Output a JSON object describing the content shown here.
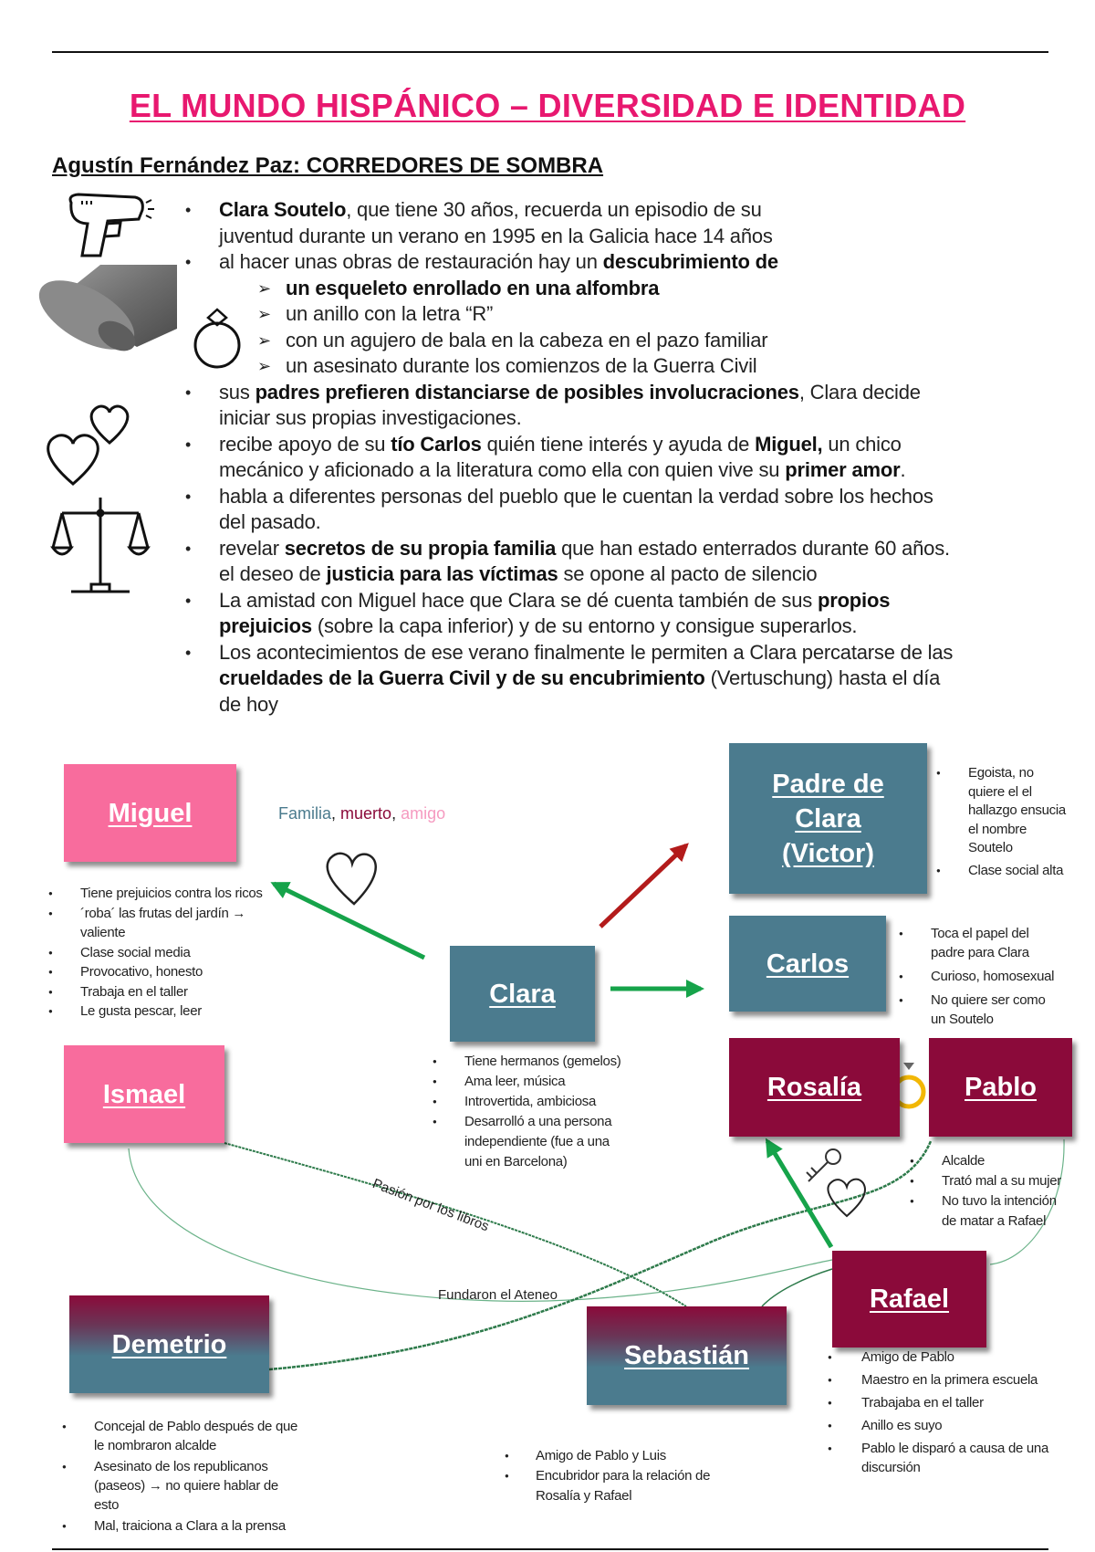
{
  "header": {
    "title": "EL MUNDO HISPÁNICO – DIVERSIDAD E IDENTIDAD",
    "subtitle": "Agustín Fernández Paz: CORREDORES DE SOMBRA"
  },
  "summary": {
    "lines": [
      {
        "kind": "bullet",
        "segs": [
          [
            "Clara Soutelo",
            1
          ],
          [
            ", que tiene 30 años, recuerda un episodio de su",
            0
          ]
        ]
      },
      {
        "kind": "cont",
        "segs": [
          [
            "juventud durante un verano en 1995 en la Galicia hace 14 años",
            0
          ]
        ]
      },
      {
        "kind": "bullet",
        "segs": [
          [
            "al hacer unas obras de restauración hay un ",
            0
          ],
          [
            "descubrimiento de",
            1
          ]
        ]
      },
      {
        "kind": "sub",
        "segs": [
          [
            "un esqueleto enrollado en una alfombra",
            1
          ]
        ]
      },
      {
        "kind": "sub",
        "segs": [
          [
            "un anillo con la letra “R”",
            0
          ]
        ]
      },
      {
        "kind": "sub",
        "segs": [
          [
            "con un agujero de bala en la cabeza en el pazo familiar",
            0
          ]
        ]
      },
      {
        "kind": "sub",
        "segs": [
          [
            "un asesinato durante los comienzos de la Guerra Civil",
            0
          ]
        ]
      },
      {
        "kind": "bullet",
        "segs": [
          [
            "sus ",
            0
          ],
          [
            "padres prefieren distanciarse de posibles involucraciones",
            1
          ],
          [
            ", Clara decide",
            0
          ]
        ]
      },
      {
        "kind": "cont",
        "segs": [
          [
            "iniciar sus propias investigaciones.",
            0
          ]
        ]
      },
      {
        "kind": "bullet",
        "segs": [
          [
            "recibe apoyo de su ",
            0
          ],
          [
            "tío Carlos",
            1
          ],
          [
            " quién tiene interés y ayuda de ",
            0
          ],
          [
            "Miguel,",
            1
          ],
          [
            " un chico",
            0
          ]
        ]
      },
      {
        "kind": "cont",
        "segs": [
          [
            "mecánico y aficionado a la literatura como ella con quien vive su ",
            0
          ],
          [
            "primer amor",
            1
          ],
          [
            ".",
            0
          ]
        ]
      },
      {
        "kind": "bullet",
        "segs": [
          [
            "habla a diferentes personas del pueblo que le cuentan la verdad sobre los hechos",
            0
          ]
        ]
      },
      {
        "kind": "cont",
        "segs": [
          [
            "del pasado.",
            0
          ]
        ]
      },
      {
        "kind": "bullet",
        "segs": [
          [
            "revelar ",
            0
          ],
          [
            "secretos de su propia familia",
            1
          ],
          [
            " que han estado enterrados durante 60 años.",
            0
          ]
        ]
      },
      {
        "kind": "cont",
        "segs": [
          [
            "el deseo de ",
            0
          ],
          [
            "justicia para las víctimas",
            1
          ],
          [
            " se opone al pacto de silencio",
            0
          ]
        ]
      },
      {
        "kind": "bullet",
        "segs": [
          [
            "La amistad con Miguel hace que Clara se dé cuenta también de sus ",
            0
          ],
          [
            "propios",
            1
          ]
        ]
      },
      {
        "kind": "cont",
        "segs": [
          [
            "prejuicios",
            1
          ],
          [
            " (sobre la capa inferior) y de su entorno y consigue superarlos.",
            0
          ]
        ]
      },
      {
        "kind": "bullet",
        "segs": [
          [
            "Los acontecimientos de ese verano finalmente le permiten a Clara percatarse de las",
            0
          ]
        ]
      },
      {
        "kind": "cont",
        "segs": [
          [
            "crueldades de la Guerra Civil y de su encubrimiento",
            1
          ],
          [
            " (Vertuschung) hasta el día",
            0
          ]
        ]
      },
      {
        "kind": "cont",
        "segs": [
          [
            "de hoy",
            0
          ]
        ]
      }
    ]
  },
  "colors": {
    "title": "#e8186f",
    "pink": "#f86c9d",
    "teal": "#4b7b8e",
    "maroon": "#8b0a3a",
    "green_arrow": "#16a34a",
    "red_arrow": "#b31b1b",
    "ring": "#f2b705"
  },
  "legend": {
    "familia": "Familia",
    "sep1": ", ",
    "muerto": "muerto",
    "sep2": ", ",
    "amigo": "amigo"
  },
  "characters": {
    "miguel": {
      "name": "Miguel",
      "notes": [
        [
          "Tiene prejuicios contra los ricos"
        ],
        [
          "´roba´ las frutas del jardín →",
          "valiente"
        ],
        [
          "Clase social media"
        ],
        [
          "Provocativo, honesto"
        ],
        [
          "Trabaja en el taller"
        ],
        [
          "Le gusta pescar, leer"
        ]
      ]
    },
    "ismael": {
      "name": "Ismael"
    },
    "clara": {
      "name": "Clara",
      "notes": [
        [
          "Tiene hermanos (gemelos)"
        ],
        [
          "Ama leer, música"
        ],
        [
          "Introvertida, ambiciosa"
        ],
        [
          "Desarrolló a una persona",
          "independiente (fue a una",
          "uni en Barcelona)"
        ]
      ]
    },
    "padre": {
      "name_lines": [
        "Padre de",
        "Clara",
        "(Victor)"
      ],
      "notes": [
        [
          "Egoista, no",
          "quiere el el",
          "hallazgo ensucia",
          "el nombre",
          "Soutelo"
        ],
        [
          "Clase social alta"
        ]
      ]
    },
    "carlos": {
      "name": "Carlos",
      "notes": [
        [
          "Toca el papel del",
          "padre para Clara"
        ],
        [
          "Curioso, homosexual"
        ],
        [
          "No quiere ser como",
          "un Soutelo"
        ]
      ]
    },
    "rosalia": {
      "name": "Rosalía"
    },
    "pablo": {
      "name": "Pablo",
      "notes": [
        [
          "Alcalde"
        ],
        [
          "Trató mal a su mujer"
        ],
        [
          "No tuvo la intención",
          "de matar a Rafael"
        ]
      ]
    },
    "rafael": {
      "name": "Rafael",
      "notes": [
        [
          "Amigo de Pablo"
        ],
        [
          "Maestro en la primera escuela"
        ],
        [
          "Trabajaba en el taller"
        ],
        [
          "Anillo es suyo"
        ],
        [
          "Pablo le disparó a causa de una",
          "discursión"
        ]
      ]
    },
    "demetrio": {
      "name": "Demetrio",
      "notes": [
        [
          "Concejal de Pablo después de que",
          "le nombraron alcalde"
        ],
        [
          "Asesinato de los republicanos",
          "(paseos) → no quiere hablar de",
          "esto"
        ],
        [
          "Mal, traiciona a Clara a la prensa"
        ]
      ]
    },
    "sebastian": {
      "name": "Sebastián",
      "notes": [
        [
          "Amigo de Pablo y Luis"
        ],
        [
          "Encubridor para la relación de",
          "Rosalía y Rafael"
        ]
      ]
    }
  },
  "relations": {
    "pasion": "Pasión por los libros",
    "ateneo": "Fundaron el Ateneo"
  }
}
